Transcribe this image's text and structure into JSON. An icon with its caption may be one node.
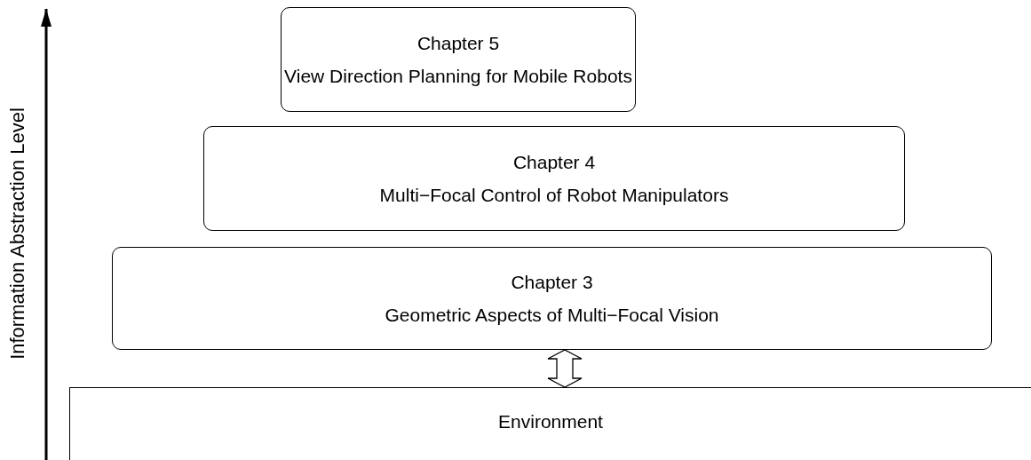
{
  "diagram": {
    "nodes": [
      {
        "text": [
          "Chapter 5",
          "View Direction Planning for Mobile Robots"
        ]
      },
      {
        "text": [
          "Chapter 4",
          "Multi−Focal Control of Robot Manipulators"
        ]
      },
      {
        "text": [
          "Chapter 3",
          "Geometric Aspects of Multi−Focal Vision"
        ]
      },
      {
        "text": [
          "Environment"
        ]
      }
    ],
    "edges": [
      {
        "from": 2,
        "to": 3,
        "arrow": "both"
      }
    ],
    "labels": [
      "Information Abstraction Level"
    ]
  }
}
